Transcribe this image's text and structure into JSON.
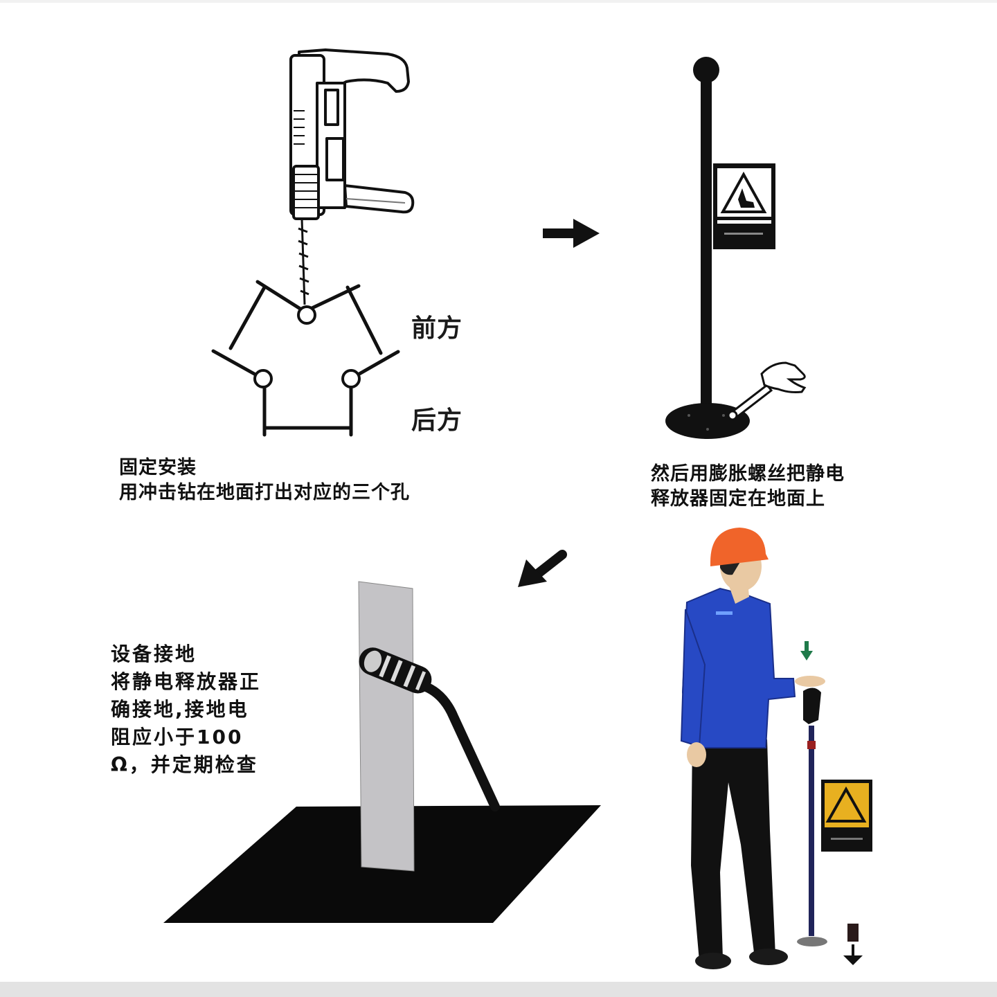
{
  "diagram": {
    "background": "#ffffff",
    "bottom_band_color": "#e3e3e3",
    "steps": [
      {
        "id": "step1",
        "title": "固定安装",
        "text": "用冲击钻在地面打出对应的三个孔",
        "labels": {
          "front": "前方",
          "back": "后方"
        },
        "illustration": "impact-drill-over-three-hole-base-template"
      },
      {
        "id": "step2",
        "line1": "然后用膨胀螺丝把静电",
        "line2": "释放器固定在地面上",
        "illustration": "static-discharger-post-with-warning-sign-and-wrench"
      },
      {
        "id": "step3",
        "title": "设备接地",
        "lines": [
          "将静电释放器正",
          "确接地,接地电",
          "阻应小于100",
          "Ω，并定期检查"
        ],
        "illustration": "grounding-plate-with-cable-clamp"
      },
      {
        "id": "step4",
        "illustration": "worker-touching-static-discharger",
        "colors": {
          "helmet": "#f0642a",
          "shirt": "#2749c4",
          "pants": "#111111",
          "sign": "#e8b020",
          "indicator_arrow": "#1f7a4a"
        }
      }
    ],
    "arrows": [
      {
        "name": "arrow-right",
        "direction": "right"
      },
      {
        "name": "arrow-down-left",
        "direction": "down-left"
      }
    ]
  }
}
